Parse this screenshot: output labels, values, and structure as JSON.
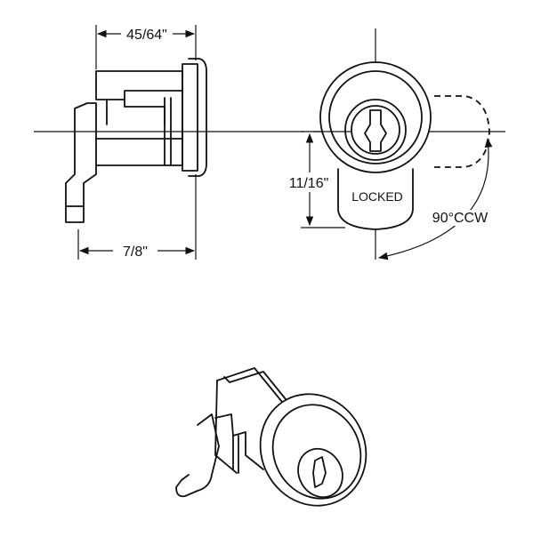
{
  "dimensions": {
    "top_width": "45/64\"",
    "bottom_width": "7/8\"",
    "height": "11/16\""
  },
  "labels": {
    "locked": "LOCKED",
    "rotation": "90°CCW"
  }
}
